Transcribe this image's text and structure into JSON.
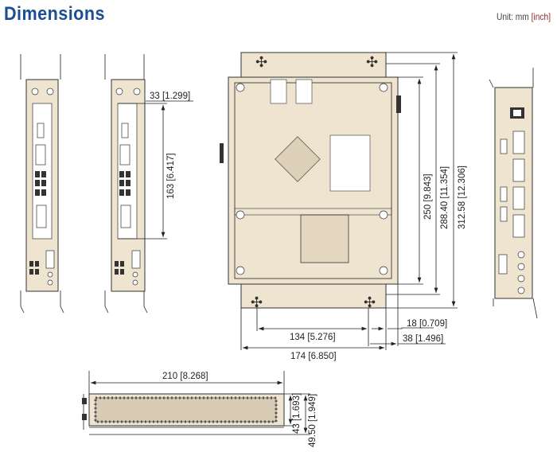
{
  "header": {
    "title": "Dimensions",
    "unit_label": "Unit: mm",
    "unit_inch": "[inch]"
  },
  "dimensions": {
    "panel_offset": "33 [1.299]",
    "panel_height": "163 [6.417]",
    "inner_height": "250 [9.843]",
    "mount_height": "288.40 [11.354]",
    "overall_height": "312.58 [12.306]",
    "edge_offset": "18 [0.709]",
    "mount_spacing": "134 [5.276]",
    "side_offset": "38 [1.496]",
    "overall_width": "174 [6.850]",
    "depth": "210 [8.268]",
    "body_height": "43 [1.693]",
    "overall_body_height": "49.50 [1.949]"
  }
}
